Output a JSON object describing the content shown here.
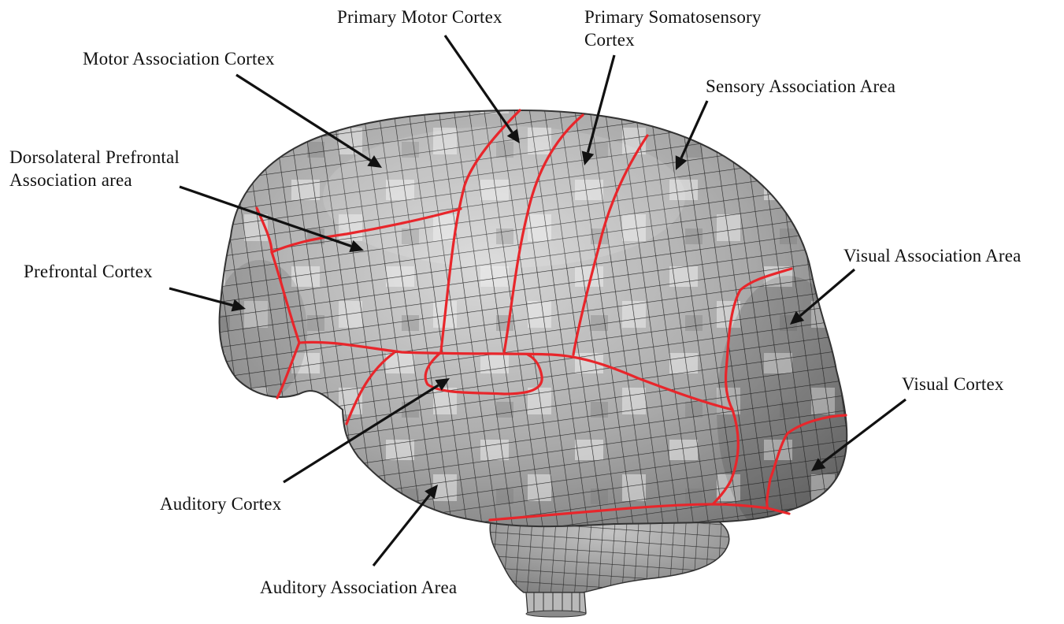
{
  "figure": {
    "labels": {
      "primary_motor_cortex": "Primary Motor Cortex",
      "primary_somatosensory_line1": "Primary Somatosensory",
      "primary_somatosensory_line2": "Cortex",
      "motor_association_cortex": "Motor Association Cortex",
      "sensory_association_area": "Sensory Association Area",
      "dlpfc_line1": "Dorsolateral Prefrontal",
      "dlpfc_line2": "Association area",
      "prefrontal_cortex": "Prefrontal Cortex",
      "visual_association_area": "Visual Association Area",
      "visual_cortex": "Visual Cortex",
      "auditory_cortex": "Auditory Cortex",
      "auditory_association_area": "Auditory Association Area"
    },
    "colors": {
      "mesh_fill": "#9a9a9a",
      "mesh_line": "#2a2a2a",
      "region_boundary": "#e8262b",
      "arrow": "#111111",
      "text": "#111111"
    }
  }
}
